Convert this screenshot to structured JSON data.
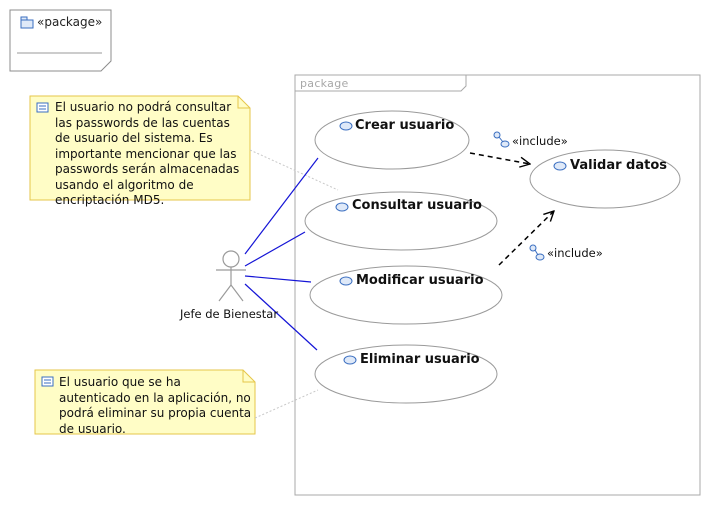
{
  "package_box": {
    "stereotype": "«package»"
  },
  "frame": {
    "label": "package"
  },
  "actor": {
    "name": "Jefe de Bienestar"
  },
  "use_cases": [
    {
      "name": "Crear usuario"
    },
    {
      "name": "Consultar usuario"
    },
    {
      "name": "Modificar usuario"
    },
    {
      "name": "Eliminar usuario"
    },
    {
      "name": "Validar datos"
    }
  ],
  "includes": [
    {
      "label": "«include»"
    },
    {
      "label": "«include»"
    }
  ],
  "notes": [
    {
      "text": "El usuario no podrá consultar las passwords de las cuentas de usuario del sistema. Es importante mencionar que las passwords serán almacenadas usando el algoritmo de encriptación MD5."
    },
    {
      "text": "El usuario que se ha autenticado en la aplicación, no podrá eliminar su propia cuenta de usuario."
    }
  ],
  "colors": {
    "association": "#1515d6",
    "note_fill": "#fffdc6",
    "note_border": "#e6c64a",
    "ellipse_fill": "#ffffff",
    "ellipse_border": "#9a9a9a",
    "frame_border": "#a8a8a8",
    "icon_blue": "#3a6ec0"
  }
}
